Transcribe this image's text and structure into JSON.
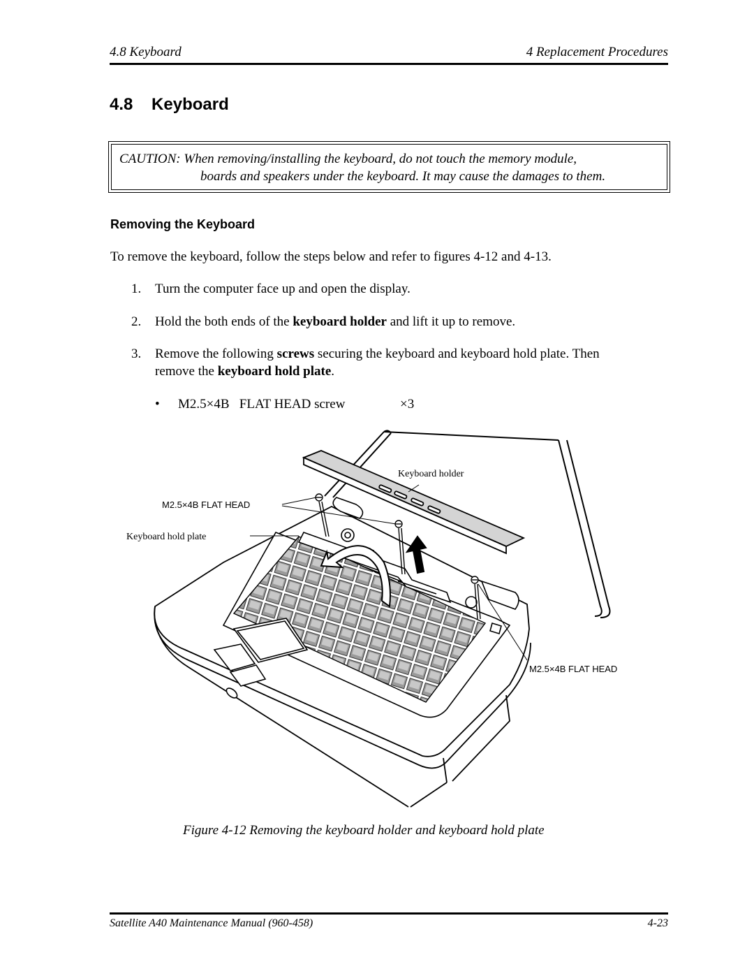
{
  "header": {
    "left": "4.8  Keyboard",
    "right": "4 Replacement Procedures"
  },
  "section_title": "4.8    Keyboard",
  "caution": {
    "line1": "CAUTION:  When removing/installing the keyboard, do not touch the memory module,",
    "line2": "boards and speakers under the keyboard. It may cause the damages to them."
  },
  "subheading": "Removing the Keyboard",
  "intro": "To remove the keyboard, follow the steps below and refer to figures 4-12 and 4-13.",
  "steps": [
    {
      "num": "1.",
      "text": "Turn the computer face up and open the display."
    },
    {
      "num": "2.",
      "pre": "Hold the both ends of the ",
      "bold": "keyboard holder",
      "post": " and lift it up to remove."
    },
    {
      "num": "3.",
      "pre": "Remove the following ",
      "bold": "screws",
      "post": " securing the keyboard and keyboard hold plate. Then",
      "line2_pre": "remove the ",
      "line2_bold": "keyboard hold plate",
      "line2_post": "."
    }
  ],
  "bullet": {
    "symbol": "•",
    "screw": "M2.5×4B   FLAT HEAD screw",
    "qty": "×3"
  },
  "figure": {
    "label_holder": "Keyboard holder",
    "label_screw_top": "M2.5×4B FLAT HEAD",
    "label_plate": "Keyboard hold plate",
    "label_screw_bottom": "M2.5×4B FLAT HEAD"
  },
  "caption": "Figure 4-12  Removing the keyboard holder and keyboard hold plate",
  "footer": {
    "left": "Satellite A40 Maintenance Manual (960-458)",
    "right": "4-23"
  }
}
